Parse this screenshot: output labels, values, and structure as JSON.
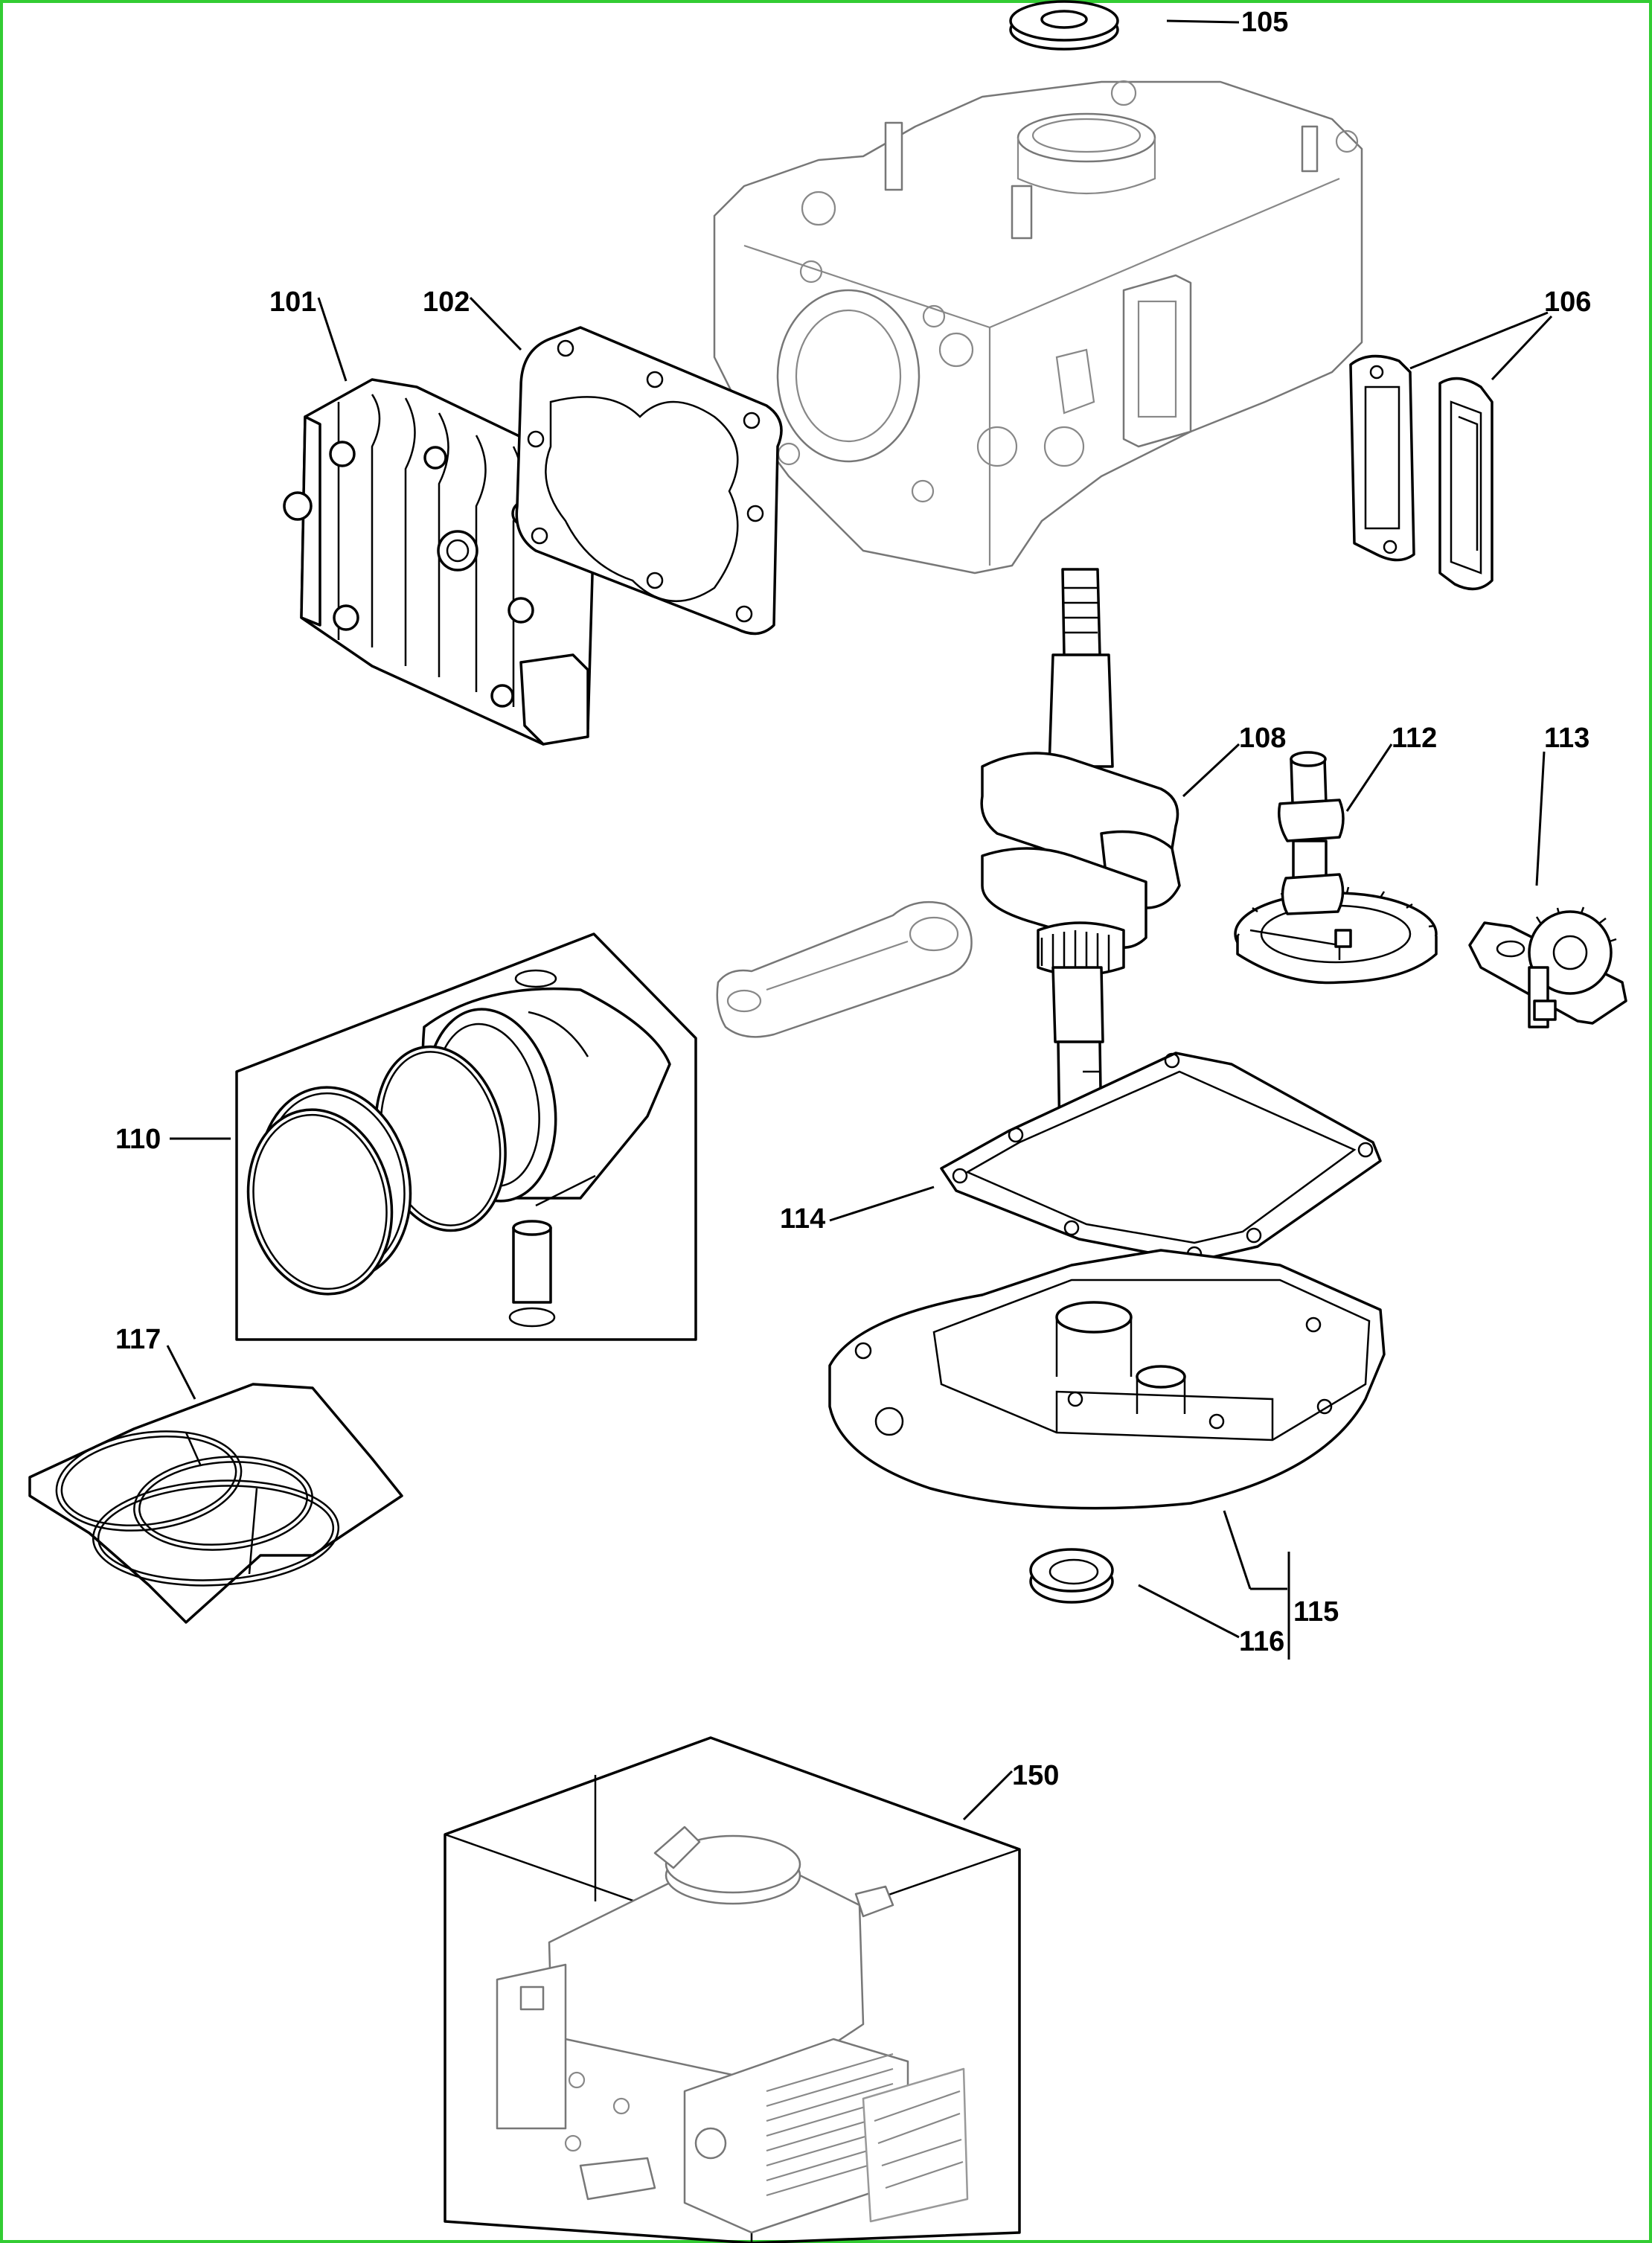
{
  "frame_color": "#33cc33",
  "labels": {
    "p105": "105",
    "p101": "101",
    "p102": "102",
    "p106": "106",
    "p108": "108",
    "p112": "112",
    "p113": "113",
    "p110": "110",
    "p114": "114",
    "p117": "117",
    "p115": "115",
    "p116": "116",
    "p150": "150"
  }
}
